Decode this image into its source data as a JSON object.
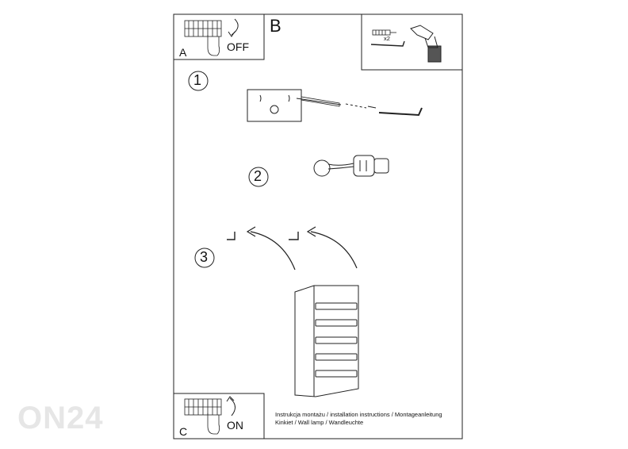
{
  "labels": {
    "panel_a": "A",
    "panel_b": "B",
    "panel_c": "C",
    "off": "OFF",
    "on": "ON",
    "qty": "x2",
    "step1": "1",
    "step2": "2",
    "step3": "3"
  },
  "footer": {
    "line1": "Instrukcja montażu / installation instructions / Montageanleitung",
    "line2": "Kinkiet / Wall lamp / Wandleuchte"
  },
  "watermark": "ON24"
}
